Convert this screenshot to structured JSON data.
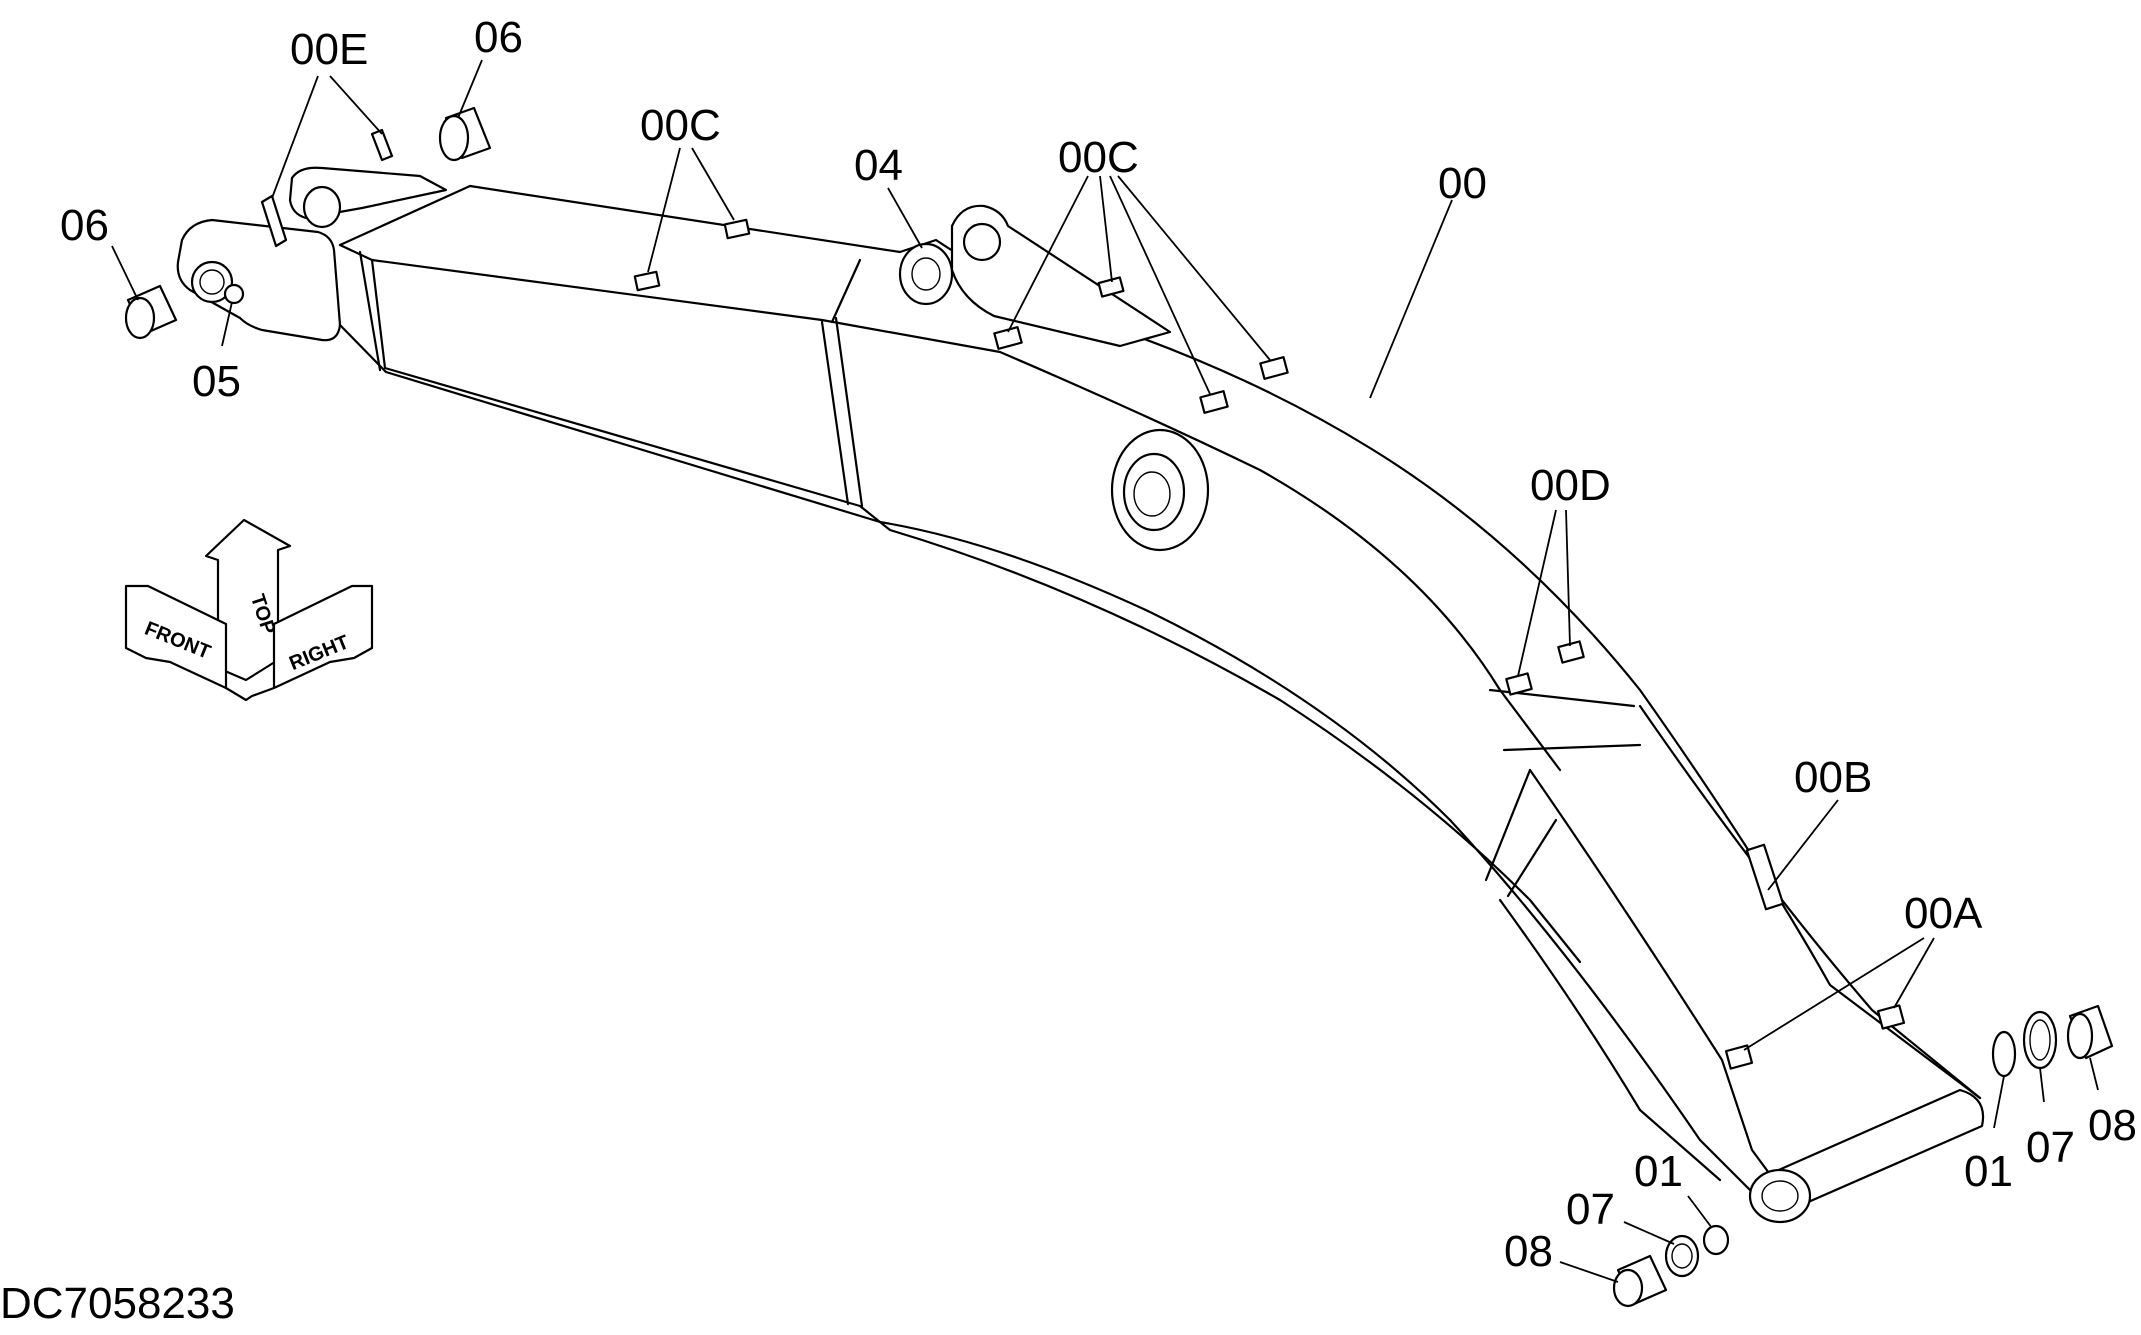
{
  "diagram": {
    "document_id": "DC7058233",
    "part_labels": {
      "l_00E": "00E",
      "l_06_top": "06",
      "l_06_left": "06",
      "l_05": "05",
      "l_00C_1": "00C",
      "l_04": "04",
      "l_00C_2": "00C",
      "l_00": "00",
      "l_00D": "00D",
      "l_00B": "00B",
      "l_00A": "00A",
      "l_01_right": "01",
      "l_07_right": "07",
      "l_08_right": "08",
      "l_01_bottom": "01",
      "l_07_bottom": "07",
      "l_08_bottom": "08"
    },
    "orientation": {
      "front": "FRONT",
      "top": "TOP",
      "right": "RIGHT"
    },
    "colors": {
      "line": "#000000",
      "background": "#ffffff"
    }
  }
}
